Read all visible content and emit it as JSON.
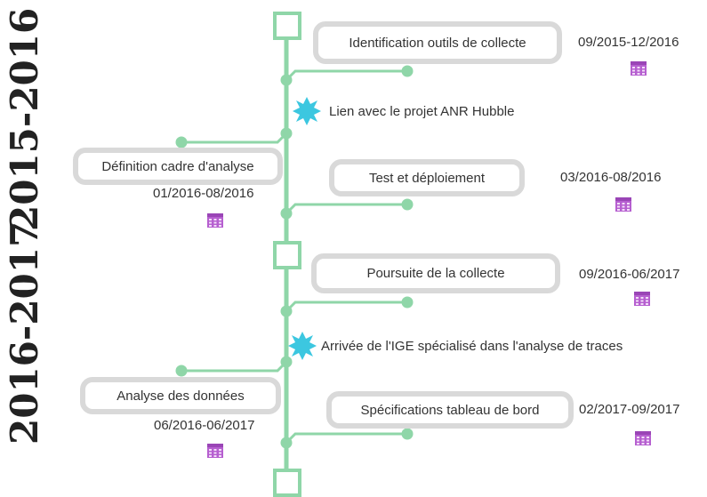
{
  "years": [
    "2015-2016",
    "2016-2017"
  ],
  "events": [
    {
      "label": "Identification outils de collecte",
      "date": "09/2015-12/2016"
    },
    {
      "label": "Définition cadre d'analyse",
      "date": "01/2016-08/2016"
    },
    {
      "label": "Test et déploiement",
      "date": "03/2016-08/2016"
    },
    {
      "label": "Poursuite de la collecte",
      "date": "09/2016-06/2017"
    },
    {
      "label": "Analyse des données",
      "date": "06/2016-06/2017"
    },
    {
      "label": "Spécifications tableau de bord",
      "date": "02/2017-09/2017"
    }
  ],
  "milestones": [
    "Lien avec le projet ANR Hubble",
    "Arrivée de l'IGE spécialisé dans l'analyse de traces"
  ],
  "colors": {
    "line": "#8fd6a8",
    "star": "#3cc7e0",
    "box_border": "#d9d9d9",
    "calendar": "#b65fd0",
    "text": "#333333"
  },
  "icons": {
    "event_date": "calendar-icon",
    "milestone": "star-burst-icon",
    "period": "square-marker-icon"
  }
}
